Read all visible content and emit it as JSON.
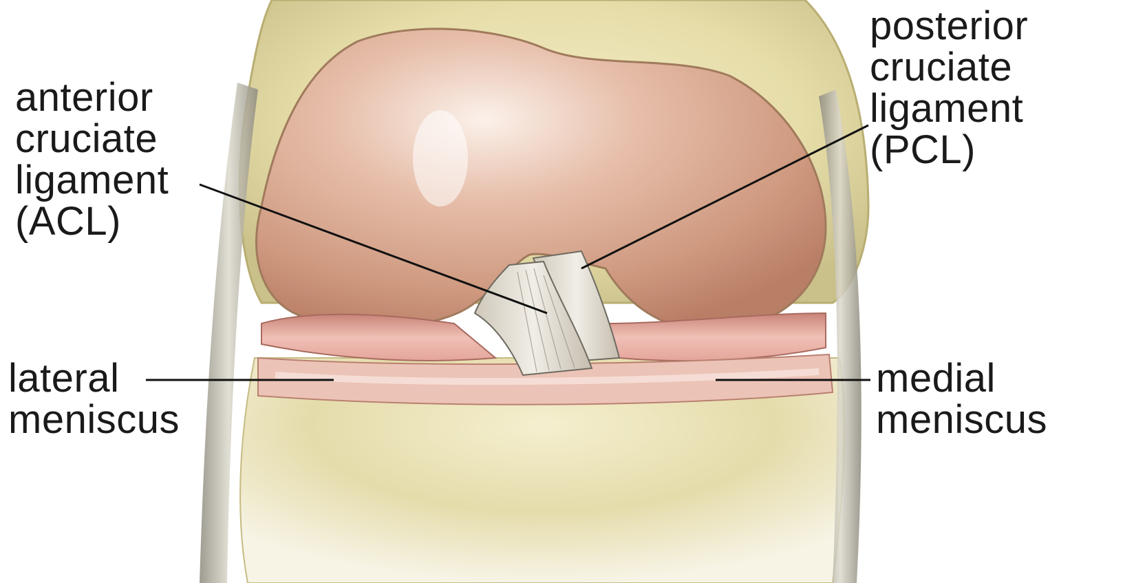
{
  "labels": {
    "acl": [
      "anterior",
      "cruciate",
      "ligament",
      "(ACL)"
    ],
    "pcl": [
      "posterior",
      "cruciate",
      "ligament",
      "(PCL)"
    ],
    "lateral_meniscus": [
      "lateral",
      "meniscus"
    ],
    "medial_meniscus": [
      "medial",
      "meniscus"
    ]
  },
  "colors": {
    "bone": "#e6dfae",
    "cartilage": "#d9a58c",
    "meniscus": "#e7a7a0",
    "ligament": "#e4e0d6",
    "leader_line": "#111111",
    "text": "#1a1a1a"
  }
}
